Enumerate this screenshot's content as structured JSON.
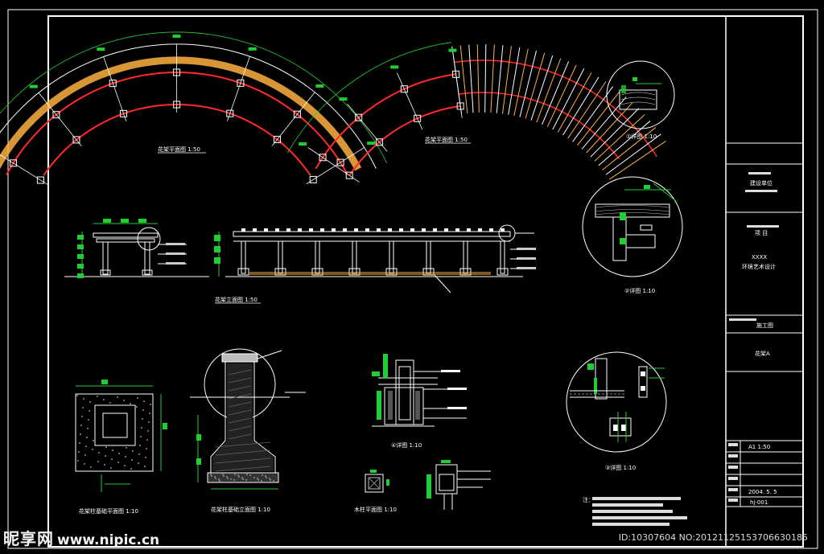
{
  "labels": {
    "plan1": "花架平面图 1:50",
    "plan2": "花架平面图 1:50",
    "elevation": "花架立面图 1:50",
    "detail1": "①详图 1:10",
    "detail2": "②详图 1:10",
    "detail3": "③详图 1:10",
    "detail4": "④详图 1:10",
    "footing_plan": "花架柱基础平面图 1:10",
    "footing_elev": "花架柱基础立面图 1:10",
    "wood_column": "木柱平面图 1:10"
  },
  "title_block": {
    "unit_label": "建设单位",
    "project_label": "项 目",
    "company_code": "XXXX",
    "company": "环境艺术设计",
    "stage": "施工图",
    "drawing_name": "花架A",
    "scale": "A1 1:50",
    "date": "2004. 5. 5",
    "number": "hj-001"
  },
  "notes_title": "注：",
  "watermark": {
    "logo": "昵享网",
    "domain": "www.nipic.cn",
    "id": "ID:10307604 NO:20121125153706630185"
  },
  "colors": {
    "background": "#000000",
    "line": "#ffffff",
    "dimension": "#22cc33",
    "beam": "#ff2a2a",
    "slat": "#ffb040"
  }
}
